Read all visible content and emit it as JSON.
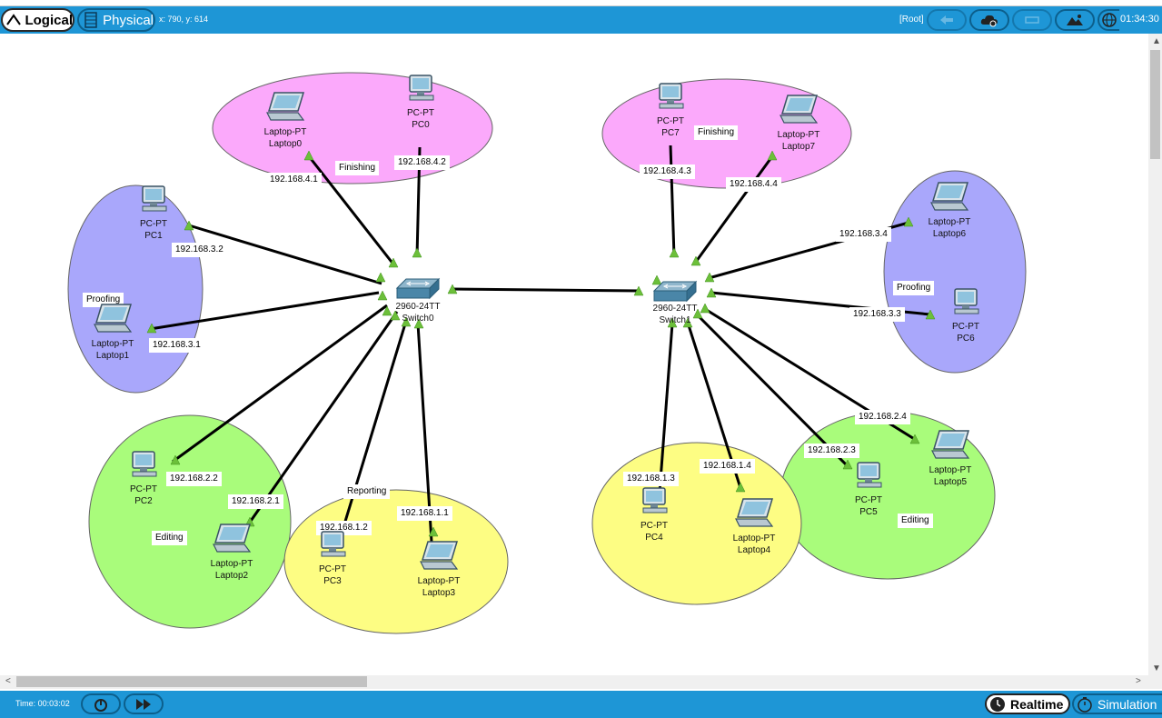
{
  "toolbar": {
    "logical_label": "Logical",
    "physical_label": "Physical",
    "coords": "x: 790, y: 614",
    "root_label": "[Root]",
    "clock": "01:34:30"
  },
  "bottom": {
    "time": "Time: 00:03:02",
    "realtime_label": "Realtime",
    "simulation_label": "Simulation"
  },
  "colors": {
    "bar": "#1e96d6",
    "pink_zone": "#fba9fb",
    "blue_zone": "#a9a7fb",
    "green_zone": "#a9fc7b",
    "yellow_zone": "#fdfd83",
    "link_light": "#6cbf3a"
  },
  "zones": [
    {
      "name": "Finishing"
    },
    {
      "name": "Finishing"
    },
    {
      "name": "Proofing"
    },
    {
      "name": "Proofing"
    },
    {
      "name": "Editing"
    },
    {
      "name": "Editing"
    },
    {
      "name": "Reporting"
    }
  ],
  "switches": [
    {
      "model": "2960-24TT",
      "name": "Switch0"
    },
    {
      "model": "2960-24TT",
      "name": "Switch1"
    }
  ],
  "devices": [
    {
      "type": "Laptop-PT",
      "name": "Laptop0",
      "ip": "192.168.4.1",
      "icon": "laptop-icon"
    },
    {
      "type": "PC-PT",
      "name": "PC0",
      "ip": "192.168.4.2",
      "icon": "pc-icon"
    },
    {
      "type": "PC-PT",
      "name": "PC7",
      "ip": "192.168.4.3",
      "icon": "pc-icon"
    },
    {
      "type": "Laptop-PT",
      "name": "Laptop7",
      "ip": "192.168.4.4",
      "icon": "laptop-icon"
    },
    {
      "type": "PC-PT",
      "name": "PC1",
      "ip": "192.168.3.2",
      "icon": "pc-icon"
    },
    {
      "type": "Laptop-PT",
      "name": "Laptop1",
      "ip": "192.168.3.1",
      "icon": "laptop-icon"
    },
    {
      "type": "Laptop-PT",
      "name": "Laptop6",
      "ip": "192.168.3.4",
      "icon": "laptop-icon"
    },
    {
      "type": "PC-PT",
      "name": "PC6",
      "ip": "192.168.3.3",
      "icon": "pc-icon"
    },
    {
      "type": "PC-PT",
      "name": "PC2",
      "ip": "192.168.2.2",
      "icon": "pc-icon"
    },
    {
      "type": "Laptop-PT",
      "name": "Laptop2",
      "ip": "192.168.2.1",
      "icon": "laptop-icon"
    },
    {
      "type": "PC-PT",
      "name": "PC3",
      "ip": "192.168.1.2",
      "icon": "pc-icon"
    },
    {
      "type": "Laptop-PT",
      "name": "Laptop3",
      "ip": "192.168.1.1",
      "icon": "laptop-icon"
    },
    {
      "type": "PC-PT",
      "name": "PC4",
      "ip": "192.168.1.3",
      "icon": "pc-icon"
    },
    {
      "type": "Laptop-PT",
      "name": "Laptop4",
      "ip": "192.168.1.4",
      "icon": "laptop-icon"
    },
    {
      "type": "PC-PT",
      "name": "PC5",
      "ip": "192.168.2.3",
      "icon": "pc-icon"
    },
    {
      "type": "Laptop-PT",
      "name": "Laptop5",
      "ip": "192.168.2.4",
      "icon": "laptop-icon"
    }
  ]
}
